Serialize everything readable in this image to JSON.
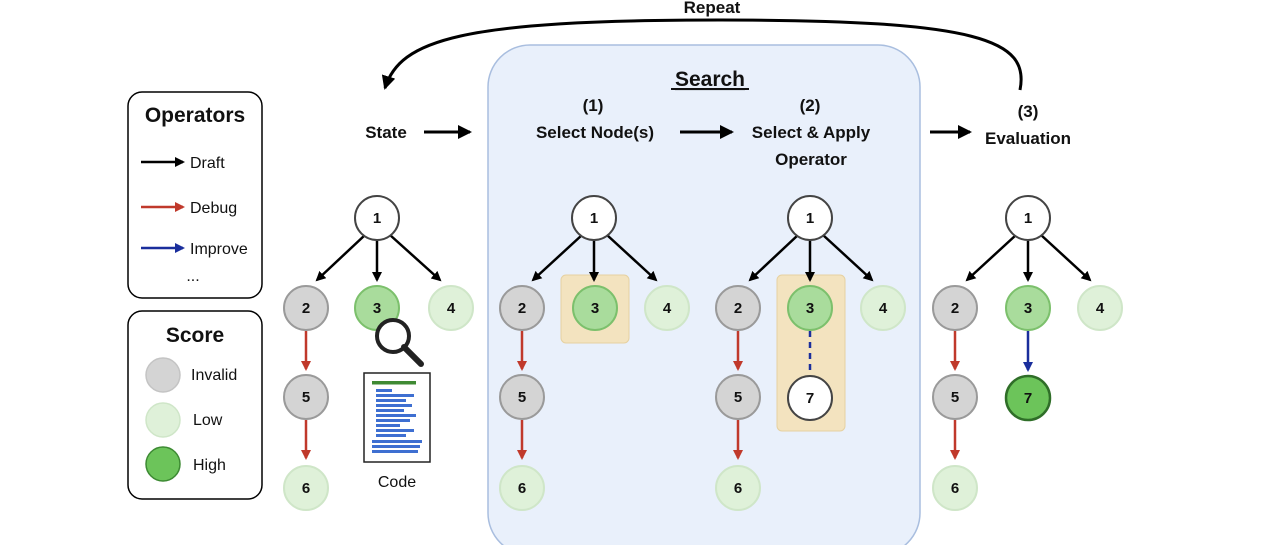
{
  "repeat_label": "Repeat",
  "search_title": "Search",
  "state_label": "State",
  "step1": {
    "num": "(1)",
    "label": "Select Node(s)"
  },
  "step2": {
    "num": "(2)",
    "label_line1": "Select & Apply",
    "label_line2": "Operator"
  },
  "step3": {
    "num": "(3)",
    "label": "Evaluation"
  },
  "operators_legend": {
    "title": "Operators",
    "items": [
      {
        "label": "Draft",
        "color": "#000000"
      },
      {
        "label": "Debug",
        "color": "#c0392b"
      },
      {
        "label": "Improve",
        "color": "#1a2e9c"
      }
    ],
    "ellipsis": "..."
  },
  "score_legend": {
    "title": "Score",
    "items": [
      {
        "label": "Invalid",
        "color": "#d4d4d4"
      },
      {
        "label": "Low",
        "color": "#dff1d9"
      },
      {
        "label": "High",
        "color": "#6cc45a"
      }
    ]
  },
  "code_label": "Code",
  "colors": {
    "invalid": "#d4d4d4",
    "low": "#dff1d9",
    "high": "#6cc45a",
    "mid": "#a9dc9c",
    "search_panel": "#e9f0fb",
    "highlight": "#f3e3bf",
    "debug": "#c0392b",
    "improve": "#1a2e9c"
  },
  "trees": {
    "state": {
      "n1": "1",
      "n2": "2",
      "n3": "3",
      "n4": "4",
      "n5": "5",
      "n6": "6"
    },
    "select": {
      "n1": "1",
      "n2": "2",
      "n3": "3",
      "n4": "4",
      "n5": "5",
      "n6": "6"
    },
    "apply": {
      "n1": "1",
      "n2": "2",
      "n3": "3",
      "n4": "4",
      "n5": "5",
      "n6": "6",
      "n7": "7"
    },
    "evaluation": {
      "n1": "1",
      "n2": "2",
      "n3": "3",
      "n4": "4",
      "n5": "5",
      "n6": "6",
      "n7": "7"
    }
  }
}
